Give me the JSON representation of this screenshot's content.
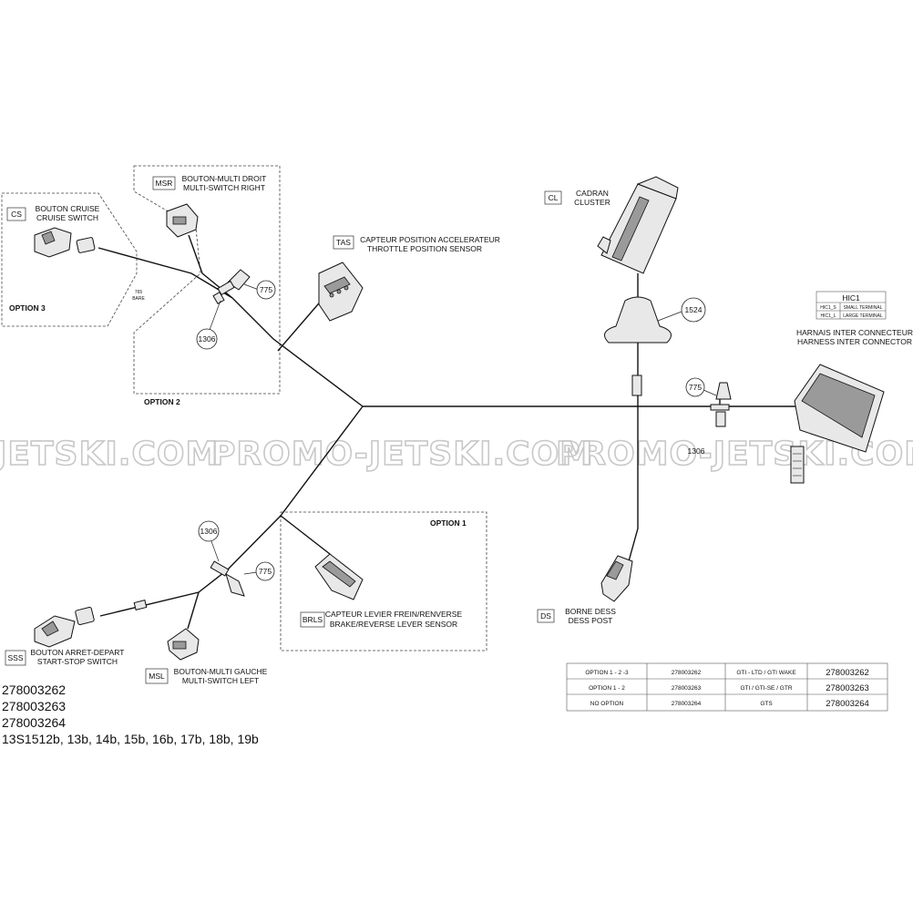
{
  "watermarks": [
    "JETSKI.COM",
    "PROMO-JETSKI.COM",
    "PROMO-JETSKI.COM"
  ],
  "connectors": {
    "cs": {
      "code": "CS",
      "fr": "BOUTON CRUISE",
      "en": "CRUISE SWITCH"
    },
    "msr": {
      "code": "MSR",
      "fr": "BOUTON-MULTI DROIT",
      "en": "MULTI-SWITCH RIGHT"
    },
    "tas": {
      "code": "TAS",
      "fr": "CAPTEUR POSITION ACCELERATEUR",
      "en": "THROTTLE POSITION SENSOR"
    },
    "cl": {
      "code": "CL",
      "fr": "CADRAN",
      "en": "CLUSTER"
    },
    "hic": {
      "code": "HIC1",
      "fr": "HARNAIS INTER CONNECTEUR",
      "en": "HARNESS INTER CONNECTOR",
      "rows": [
        {
          "code": "HIC1_S",
          "label": "SMALL TERMINAL"
        },
        {
          "code": "HIC1_L",
          "label": "LARGE TERMINAL"
        }
      ]
    },
    "ds": {
      "code": "DS",
      "fr": "BORNE DESS",
      "en": "DESS POST"
    },
    "brls": {
      "code": "BRLS",
      "fr": "CAPTEUR LEVIER FREIN/RENVERSE",
      "en": "BRAKE/REVERSE LEVER SENSOR"
    },
    "sss": {
      "code": "SSS",
      "fr": "BOUTON ARRET-DEPART",
      "en": "START-STOP SWITCH"
    },
    "msl": {
      "code": "MSL",
      "fr": "BOUTON-MULTI GAUCHE",
      "en": "MULTI-SWITCH LEFT"
    }
  },
  "options": {
    "opt1": "OPTION 1",
    "opt2": "OPTION 2",
    "opt3": "OPTION 3"
  },
  "bare_note": {
    "line1": "765",
    "line2": "BARE"
  },
  "callouts": {
    "c775a": "775",
    "c1306a": "1306",
    "c1524": "1524",
    "c775b": "775",
    "c1306b": "1306",
    "c1306c": "1306",
    "c775c": "775"
  },
  "table": {
    "rows": [
      {
        "option": "OPTION 1 - 2 -3",
        "part": "278003262",
        "model": "GTI - LTD  /  GTI WAKE",
        "number": "278003262"
      },
      {
        "option": "OPTION 1 - 2",
        "part": "278003263",
        "model": "GTI  /  GTI-SE  /  GTR",
        "number": "278003263"
      },
      {
        "option": "NO  OPTION",
        "part": "278003264",
        "model": "GTS",
        "number": "278003264"
      }
    ]
  },
  "footer": {
    "lines": [
      "278003262",
      "278003263",
      "278003264",
      "13S1512b, 13b, 14b, 15b, 16b, 17b, 18b, 19b"
    ]
  }
}
